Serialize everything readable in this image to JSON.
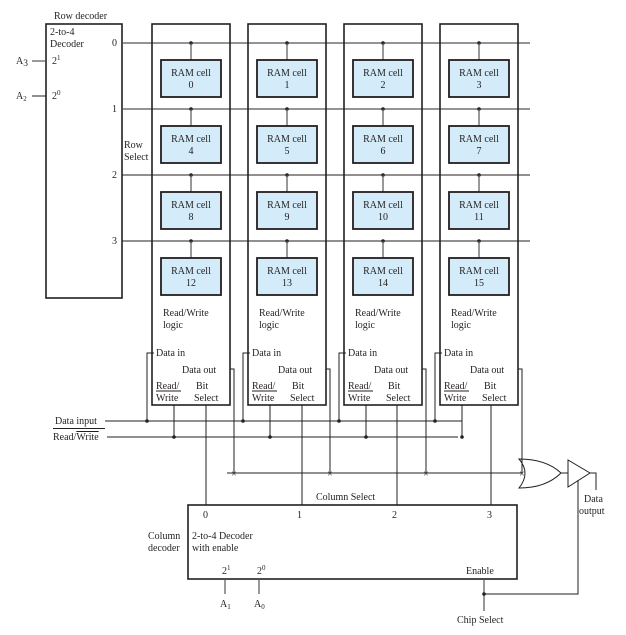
{
  "row_decoder": {
    "caption": "Row decoder",
    "title_line1": "2-to-4",
    "title_line2": "Decoder",
    "input_high_label": "2",
    "input_high_exp": "1",
    "input_low_label": "2",
    "input_low_exp": "0",
    "address_high": "A",
    "address_high_sub": "3",
    "address_low": "A",
    "address_low_sub": "2",
    "outputs": [
      "0",
      "1",
      "2",
      "3"
    ],
    "row_select_line1": "Row",
    "row_select_line2": "Select"
  },
  "ram_cells": [
    {
      "label": "RAM cell",
      "index": "0"
    },
    {
      "label": "RAM cell",
      "index": "1"
    },
    {
      "label": "RAM cell",
      "index": "2"
    },
    {
      "label": "RAM cell",
      "index": "3"
    },
    {
      "label": "RAM cell",
      "index": "4"
    },
    {
      "label": "RAM cell",
      "index": "5"
    },
    {
      "label": "RAM cell",
      "index": "6"
    },
    {
      "label": "RAM cell",
      "index": "7"
    },
    {
      "label": "RAM cell",
      "index": "8"
    },
    {
      "label": "RAM cell",
      "index": "9"
    },
    {
      "label": "RAM cell",
      "index": "10"
    },
    {
      "label": "RAM cell",
      "index": "11"
    },
    {
      "label": "RAM cell",
      "index": "12"
    },
    {
      "label": "RAM cell",
      "index": "13"
    },
    {
      "label": "RAM cell",
      "index": "14"
    },
    {
      "label": "RAM cell",
      "index": "15"
    }
  ],
  "rw_logic": {
    "title_line1": "Read/Write",
    "title_line2": "logic",
    "data_in": "Data in",
    "data_out": "Data out",
    "read": "Read/",
    "write": "Write",
    "bit": "Bit",
    "select": "Select"
  },
  "signals": {
    "data_input": "Data input",
    "read_write_prefix": "Read/",
    "read_write_bar": "Write",
    "column_select": "Column Select",
    "data_output_line1": "Data",
    "data_output_line2": "output",
    "chip_select": "Chip Select"
  },
  "column_decoder": {
    "caption_line1": "Column",
    "caption_line2": "decoder",
    "title_line1": "2-to-4 Decoder",
    "title_line2": "with enable",
    "outputs": [
      "0",
      "1",
      "2",
      "3"
    ],
    "input_high_label": "2",
    "input_high_exp": "1",
    "input_low_label": "2",
    "input_low_exp": "0",
    "address_high": "A",
    "address_high_sub": "1",
    "address_low": "A",
    "address_low_sub": "0",
    "enable": "Enable"
  },
  "colors": {
    "cell_fill": "#d4ecf9",
    "ink": "#231f20"
  }
}
